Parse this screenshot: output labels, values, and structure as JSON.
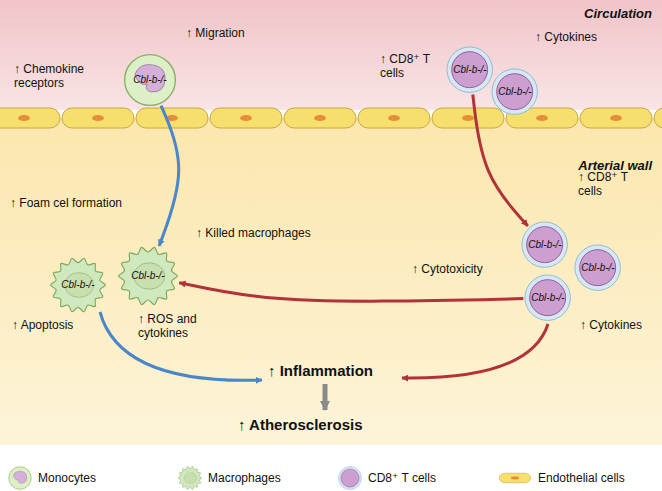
{
  "diagram": {
    "nodes": [
      {
        "text": [
          "Circulation"
        ]
      },
      {
        "text": [
          "Cbl-b-/-"
        ],
        "in": 0
      },
      {
        "text": [
          "Cbl-b-/-"
        ],
        "in": 0
      },
      {
        "text": [
          "Cbl-b-/-"
        ],
        "in": 0
      },
      {
        "text": [
          "Arterial wall"
        ]
      },
      {
        "text": [
          "Cbl-b-/-"
        ],
        "in": 4
      },
      {
        "text": [
          "Cbl-b-/-"
        ],
        "in": 4
      },
      {
        "text": [
          "Cbl-b-/-"
        ],
        "in": 4
      },
      {
        "text": [
          "Cbl-b-/-"
        ],
        "in": 4
      },
      {
        "text": [
          "Cbl-b-/-"
        ],
        "in": 4
      }
    ],
    "edges": [
      {
        "from": 1,
        "to": 6,
        "arrow": "to"
      },
      {
        "from": 2,
        "to": 7,
        "arrow": "to"
      },
      {
        "from": 9,
        "to": 6,
        "arrow": "to"
      }
    ],
    "labels": [
      "↑ Chemokine receptors",
      "↑ Migration",
      "↑ CD8⁺ T cells",
      "↑ Cytokines",
      "↑ Foam cel formation",
      "↑ Killed macrophages",
      "↑ Apoptosis",
      "↑ ROS and cytokines",
      "↑ Cytotoxicity",
      "↑ CD8⁺ T cells",
      "↑ Cytokines",
      "↑ Inflammation",
      "↑ Atherosclerosis"
    ],
    "legend": [
      {
        "text": "Monocytes"
      },
      {
        "text": "Macrophages"
      },
      {
        "text": "CD8⁺ T cells"
      },
      {
        "text": "Endothelial cells"
      }
    ]
  }
}
